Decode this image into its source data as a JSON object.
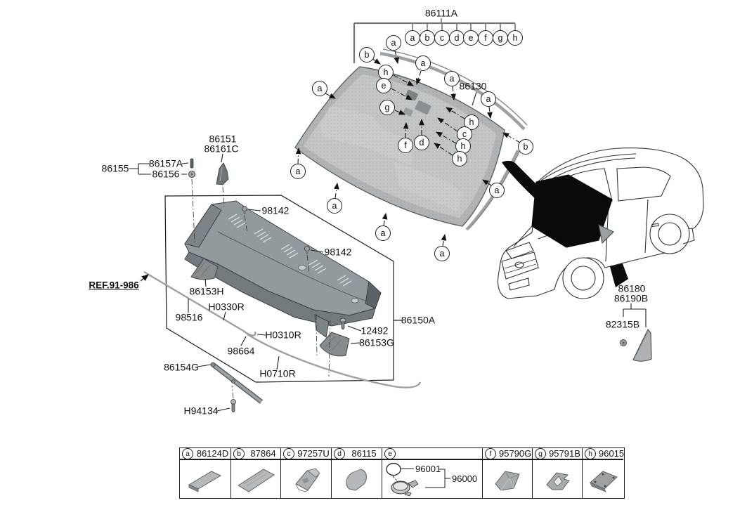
{
  "colors": {
    "line": "#1c1c1c",
    "glass_fill": "#b5b9bb",
    "glass_inner": "#c6cacb",
    "molding_gray": "#9ba1a4",
    "cowl_top": "#939a9d",
    "cowl_front": "#737a7d",
    "highlight_black": "#0a0a0a",
    "part_gray": "#b2b6b8"
  },
  "assembly": {
    "windshield_group_label": "86111A",
    "molding_label": "86130"
  },
  "legend": [
    "a",
    "b",
    "c",
    "d",
    "e",
    "f",
    "g",
    "h"
  ],
  "glass_callouts": [
    "b",
    "a",
    "a",
    "a",
    "a",
    "a",
    "h",
    "e",
    "g",
    "f",
    "d",
    "h",
    "c",
    "h",
    "h",
    "b",
    "a",
    "a",
    "a",
    "a",
    "a"
  ],
  "labels": {
    "l86111A": "86111A",
    "l86130": "86130",
    "l86151": "86151",
    "l86161C": "86161C",
    "l86155": "86155",
    "l86157A": "86157A",
    "l86156": "86156",
    "l98142": "98142",
    "l86153H": "86153H",
    "lREF": "REF.91-986",
    "l98516": "98516",
    "lH0330R": "H0330R",
    "lH0310R": "H0310R",
    "l98664": "98664",
    "l86154G": "86154G",
    "lH0710R": "H0710R",
    "lH94134": "H94134",
    "l12492": "12492",
    "l86153G": "86153G",
    "l86150A": "86150A",
    "l86180": "86180",
    "l86190B": "86190B",
    "l82315B": "82315B"
  },
  "table": {
    "columns": [
      {
        "letter": "a",
        "part": "86124D"
      },
      {
        "letter": "b",
        "part": "87864"
      },
      {
        "letter": "c",
        "part": "97257U"
      },
      {
        "letter": "d",
        "part": "86115"
      },
      {
        "letter": "e",
        "part": ""
      },
      {
        "letter": "f",
        "part": "95790G"
      },
      {
        "letter": "g",
        "part": "95791B"
      },
      {
        "letter": "h",
        "part": "96015"
      }
    ],
    "e_sub": {
      "nozzle_label": "96001",
      "assembly_label": "96000"
    }
  }
}
